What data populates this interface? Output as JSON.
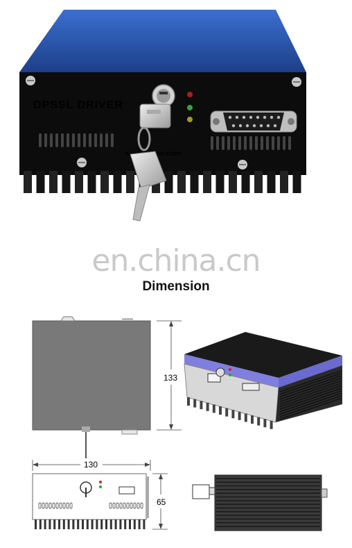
{
  "product": {
    "label": "DPSSL DRIVER",
    "website": "www.∙nlaser.com",
    "colors": {
      "body": "#0c0c0c",
      "top": "#2a58b6",
      "heatsink": "#1a1a1a",
      "led_red": "#a52020",
      "led_green": "#3ba23b",
      "led_amber": "#a89a20"
    },
    "icons": [
      "key-icon",
      "keyswitch-icon",
      "led-icon",
      "db15-connector-icon",
      "screw-icon"
    ]
  },
  "watermark": {
    "text": "en.china.cn"
  },
  "heading": "Dimension",
  "dimensions": {
    "height": "133",
    "width": "130",
    "depth": "65"
  }
}
